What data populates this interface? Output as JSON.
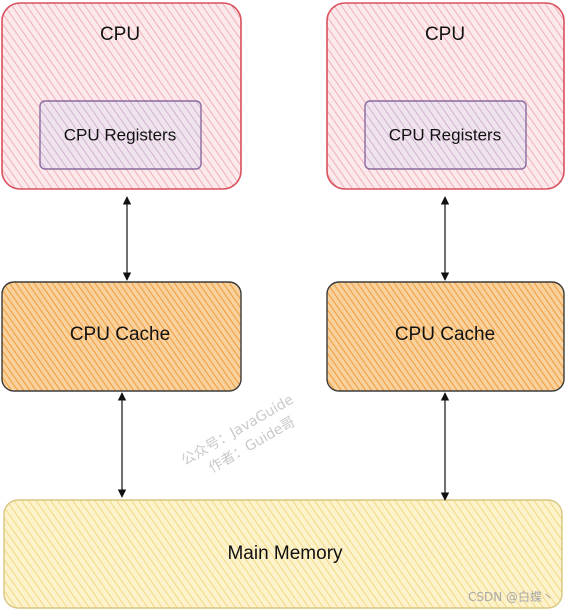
{
  "nodes": {
    "cpu_left": {
      "label": "CPU"
    },
    "registers_left": {
      "label": "CPU Registers"
    },
    "cpu_right": {
      "label": "CPU"
    },
    "registers_right": {
      "label": "CPU Registers"
    },
    "cache_left": {
      "label": "CPU Cache"
    },
    "cache_right": {
      "label": "CPU Cache"
    },
    "main_memory": {
      "label": "Main Memory"
    }
  },
  "edges": [
    {
      "from": "cpu_left",
      "to": "cache_left",
      "arrows": "both"
    },
    {
      "from": "cpu_right",
      "to": "cache_right",
      "arrows": "both"
    },
    {
      "from": "cache_left",
      "to": "main_memory",
      "arrows": "both"
    },
    {
      "from": "cache_right",
      "to": "main_memory",
      "arrows": "both"
    }
  ],
  "colors": {
    "cpu_fill": "#f6c9cf",
    "cpu_stroke": "#d9505c",
    "registers_fill": "#e2cde0",
    "registers_stroke": "#8a6aa0",
    "cache_fill": "#f3b26b",
    "cache_stroke": "#3b3b3b",
    "memory_fill": "#f7e4a1",
    "memory_stroke": "#d9c680"
  },
  "watermark": {
    "line1": "公众号：JavaGuide",
    "line2": "作者：Guide哥"
  },
  "footer": {
    "text": "CSDN @白蝶丶"
  }
}
